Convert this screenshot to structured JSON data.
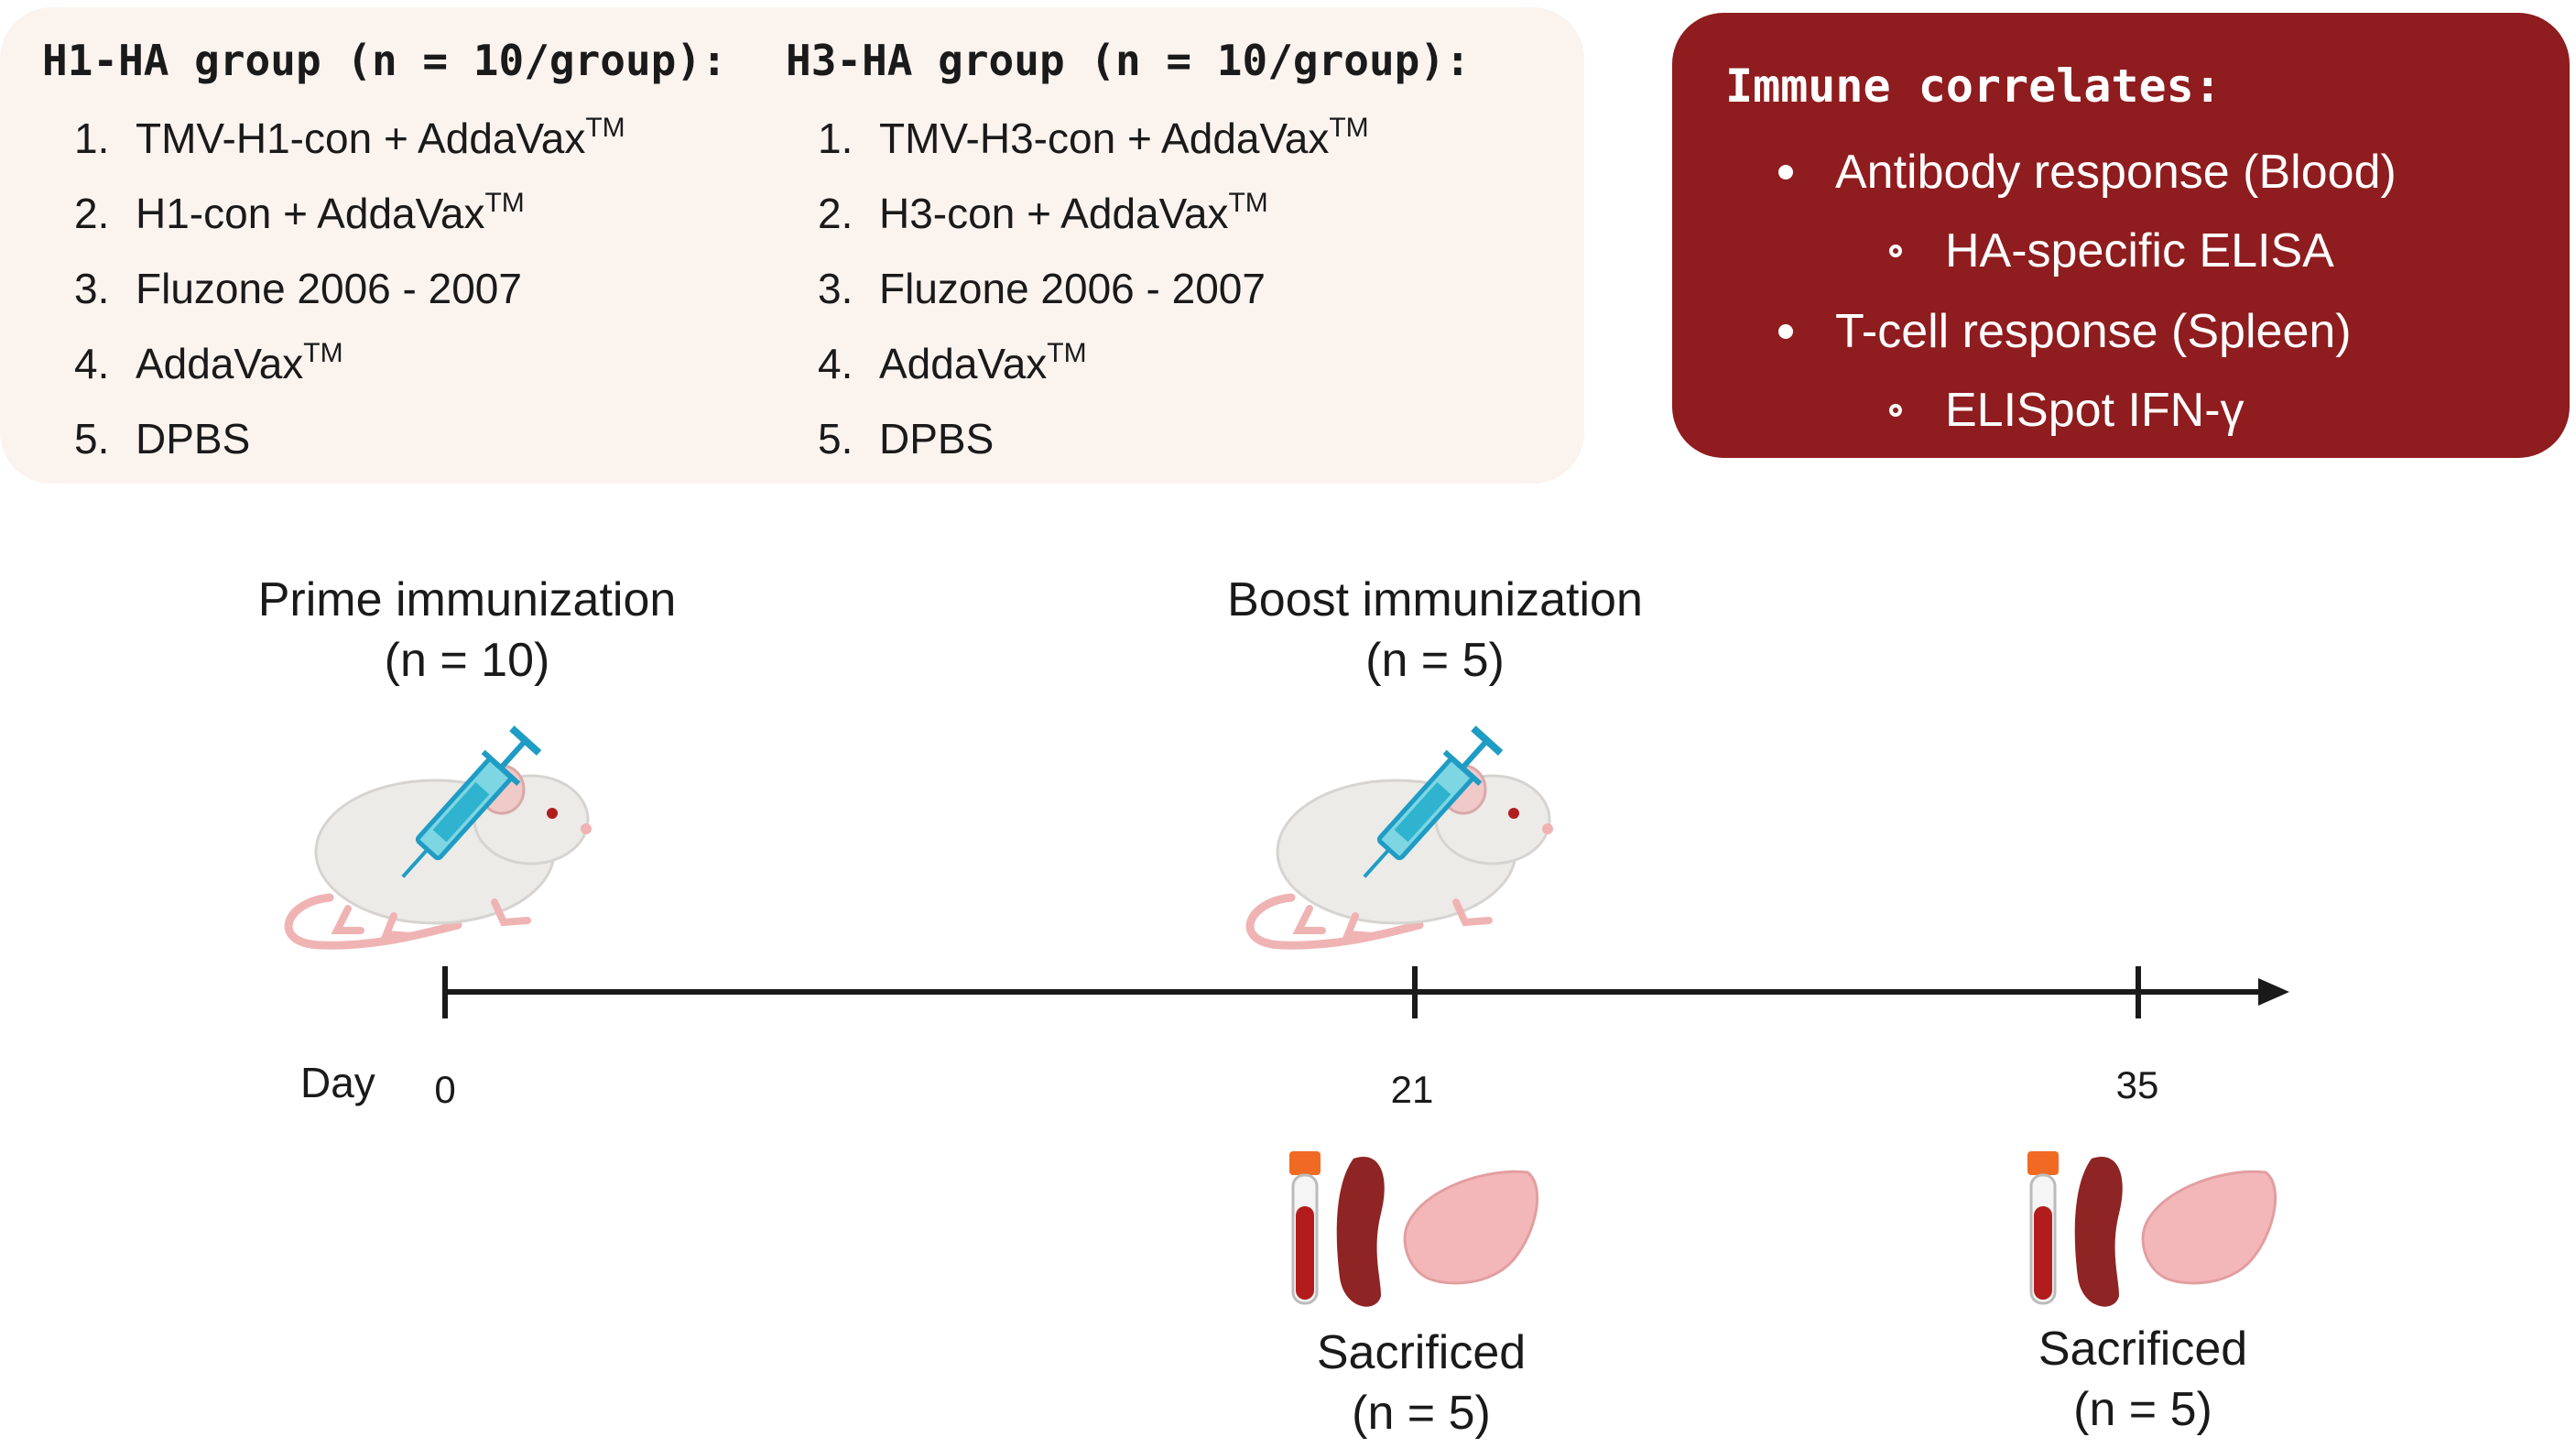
{
  "groups": [
    {
      "title": "H1-HA group (n = 10/group):",
      "items": [
        {
          "num": "1.",
          "text": "TMV-H1-con + AddaVax",
          "sup": "TM"
        },
        {
          "num": "2.",
          "text": "H1-con + AddaVax",
          "sup": "TM"
        },
        {
          "num": "3.",
          "text": "Fluzone 2006 - 2007",
          "sup": ""
        },
        {
          "num": "4.",
          "text": "AddaVax",
          "sup": "TM"
        },
        {
          "num": "5.",
          "text": "DPBS",
          "sup": ""
        }
      ]
    },
    {
      "title": "H3-HA group (n = 10/group):",
      "items": [
        {
          "num": "1.",
          "text": "TMV-H3-con + AddaVax",
          "sup": "TM"
        },
        {
          "num": "2.",
          "text": "H3-con + AddaVax",
          "sup": "TM"
        },
        {
          "num": "3.",
          "text": "Fluzone 2006 - 2007",
          "sup": ""
        },
        {
          "num": "4.",
          "text": "AddaVax",
          "sup": "TM"
        },
        {
          "num": "5.",
          "text": "DPBS",
          "sup": ""
        }
      ]
    }
  ],
  "correlates": {
    "title": "Immune correlates:",
    "items": [
      {
        "label": "Antibody response (Blood)",
        "sub": "HA-specific ELISA"
      },
      {
        "label": "T-cell response (Spleen)",
        "sub": "ELISpot IFN-γ"
      }
    ]
  },
  "timeline": {
    "day_label": "Day",
    "ticks": [
      "0",
      "21",
      "35"
    ],
    "prime": {
      "title": "Prime immunization",
      "n": "(n = 10)"
    },
    "boost": {
      "title": "Boost immunization",
      "n": "(n = 5)"
    },
    "sacrifice_21": {
      "title": "Sacrificed",
      "n": "(n = 5)"
    },
    "sacrifice_35": {
      "title": "Sacrificed",
      "n": "(n = 5)"
    }
  },
  "colors": {
    "panel_bg": "#fbf3ee",
    "correlates_bg": "#8f1c1e",
    "syringe": "#1f9cc4",
    "mouse_body": "#ecebe8",
    "mouse_pink": "#f0b3b3",
    "blood": "#a81c1c",
    "spleen": "#8e2424",
    "tissue": "#f4b7b9"
  }
}
